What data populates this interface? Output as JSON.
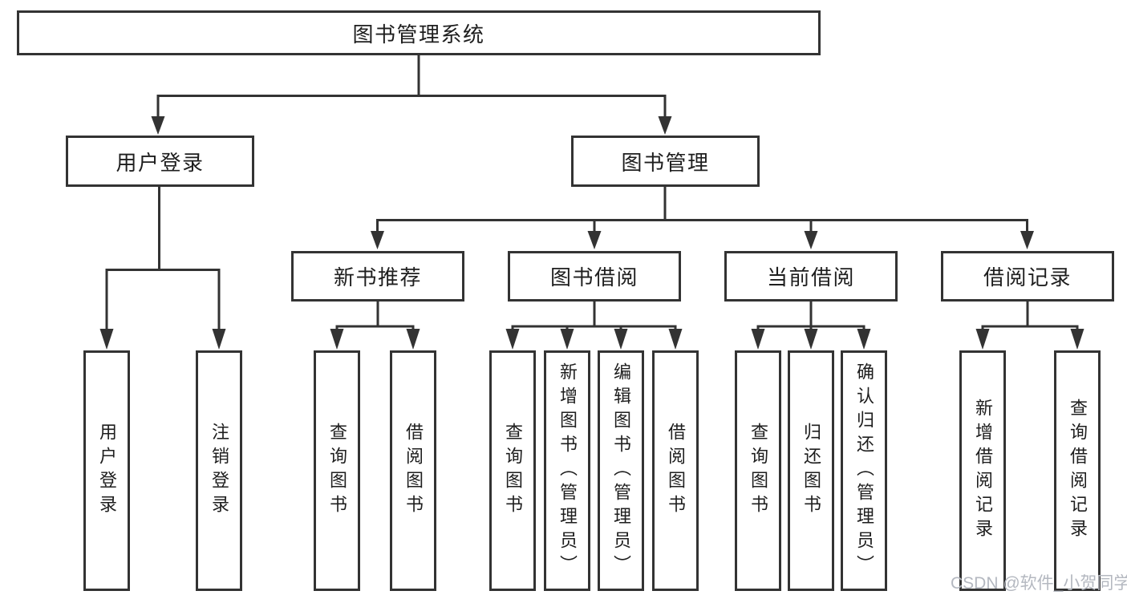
{
  "diagram": {
    "root": {
      "label": "图书管理系统"
    },
    "user_login": {
      "label": "用户登录",
      "children": [
        {
          "label": "用户登录"
        },
        {
          "label": "注销登录"
        }
      ]
    },
    "book_management": {
      "label": "图书管理",
      "sections": [
        {
          "label": "新书推荐",
          "children": [
            {
              "label": "查询图书"
            },
            {
              "label": "借阅图书"
            }
          ]
        },
        {
          "label": "图书借阅",
          "children": [
            {
              "label": "查询图书"
            },
            {
              "label": "新增图书（管理员）"
            },
            {
              "label": "编辑图书（管理员）"
            },
            {
              "label": "借阅图书"
            }
          ]
        },
        {
          "label": "当前借阅",
          "children": [
            {
              "label": "查询图书"
            },
            {
              "label": "归还图书"
            },
            {
              "label": "确认归还（管理员）"
            }
          ]
        },
        {
          "label": "借阅记录",
          "children": [
            {
              "label": "新增借阅记录"
            },
            {
              "label": "查询借阅记录"
            }
          ]
        }
      ]
    },
    "watermark": "CSDN @软件_小贺同学",
    "colors": {
      "line": "#333333",
      "text": "#1e1e1e",
      "watermark": "#b4b8c0",
      "background": "#ffffff"
    }
  }
}
